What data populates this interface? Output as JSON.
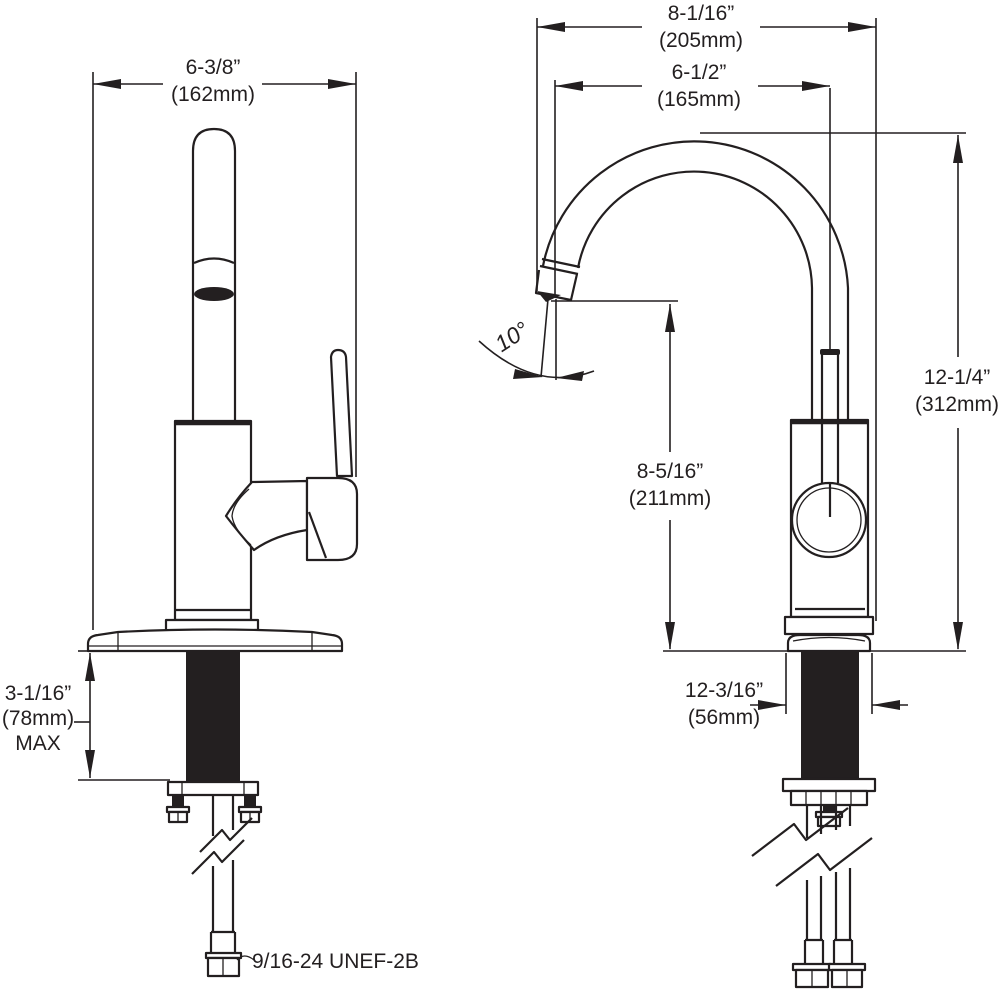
{
  "drawing_type": "faucet-installation-dimension-drawing",
  "colors": {
    "line": "#231f20",
    "background": "#ffffff"
  },
  "dimensions": {
    "handle_depth": {
      "in": "6-3/8”",
      "mm": "(162mm)"
    },
    "overall_width": {
      "in": "8-1/16”",
      "mm": "(205mm)"
    },
    "spout_reach": {
      "in": "6-1/2”",
      "mm": "(165mm)"
    },
    "overall_height": {
      "in": "12-1/4”",
      "mm": "(312mm)"
    },
    "spout_height": {
      "in": "8-5/16”",
      "mm": "(211mm)"
    },
    "deck_thickness": {
      "in": "3-1/16”",
      "mm": "(78mm)",
      "note": "MAX"
    },
    "shank_width": {
      "in": "12-3/16”",
      "mm": "(56mm)"
    },
    "spout_angle": "10°",
    "supply_thread": "9/16-24 UNEF-2B"
  }
}
